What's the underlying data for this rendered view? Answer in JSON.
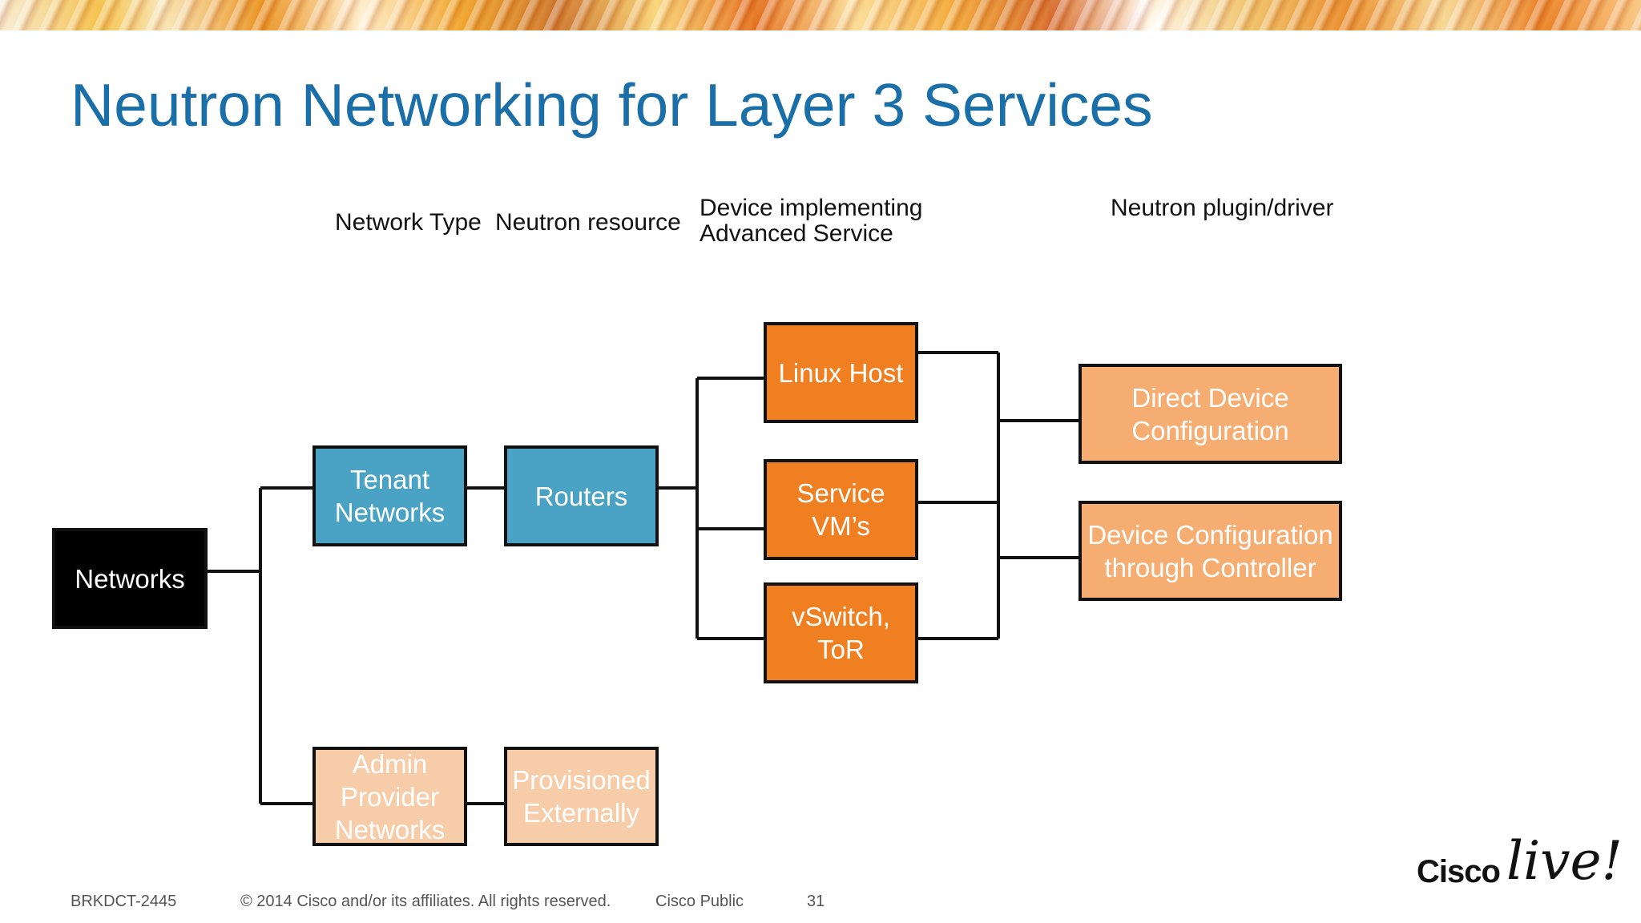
{
  "title": "Neutron Networking for Layer 3 Services",
  "headers": {
    "network_type": "Network Type",
    "neutron_resource": "Neutron resource",
    "device": "Device implementing\nAdvanced Service",
    "plugin": "Neutron plugin/driver"
  },
  "boxes": {
    "networks": "Networks",
    "tenant_networks": "Tenant\nNetworks",
    "routers": "Routers",
    "admin_provider": "Admin\nProvider\nNetworks",
    "provisioned_externally": "Provisioned\nExternally",
    "linux_host": "Linux Host",
    "service_vms": "Service\nVM’s",
    "vswitch_tor": "vSwitch,\nToR",
    "direct_device_config": "Direct Device\nConfiguration",
    "device_config_controller": "Device Configuration\nthrough Controller"
  },
  "footer": {
    "session_id": "BRKDCT-2445",
    "copyright": "© 2014 Cisco and/or its affiliates. All rights reserved.",
    "classification": "Cisco Public",
    "page_number": "31"
  },
  "logo": {
    "brand": "Cisco",
    "suffix": "live!"
  },
  "colors": {
    "title": "#1b6fa8",
    "networks_box": "#000000",
    "resource_box": "#4aa3c4",
    "device_box": "#f07f22",
    "plugin_box": "#f6ad72",
    "inactive_box": "#f7cda9"
  }
}
